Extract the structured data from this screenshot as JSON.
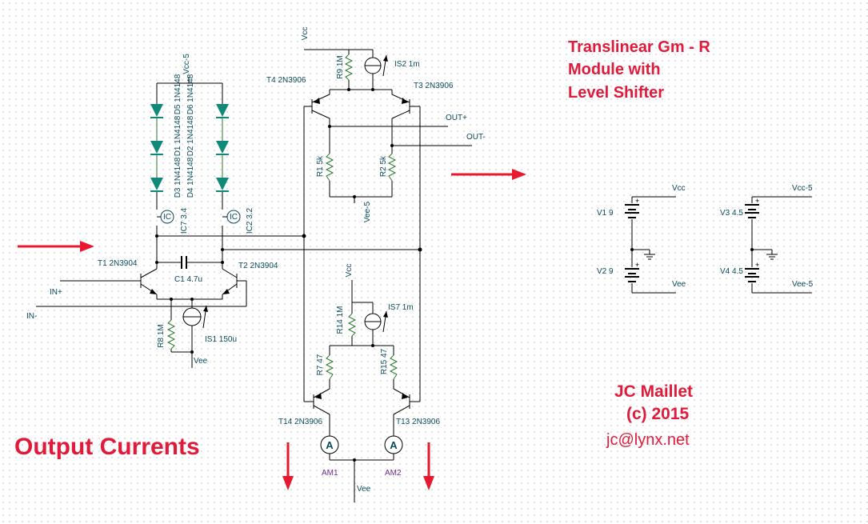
{
  "title_lines": [
    "Translinear Gm - R",
    "Module with",
    "Level Shifter"
  ],
  "output_label": "Output Currents",
  "author": {
    "name": "JC Maillet",
    "copyright": "(c) 2015",
    "email": "jc@lynx.net"
  },
  "components": {
    "t1": "T1 2N3904",
    "t2": "T2 2N3904",
    "t3": "T3 2N3906",
    "t4": "T4 2N3906",
    "t13": "T13 2N3906",
    "t14": "T14 2N3906",
    "c1": "C1 4.7u",
    "r1": "R1 5k",
    "r2": "R2 5k",
    "r7": "R7 47",
    "r8": "R8 1M",
    "r9": "R9 1M",
    "r14": "R14 1M",
    "r15": "R15 47",
    "is1": "IS1 150u",
    "is2": "IS2 1m",
    "is7": "IS7 1m",
    "d1": "D1 1N4148",
    "d2": "D2 1N4148",
    "d3": "D3 1N4148",
    "d4": "D4 1N4148",
    "d5": "D5 1N4148",
    "d6": "D6 1N4148",
    "ic7": "IC7 3.4",
    "ic2": "IC2 3.2",
    "v1": "V1 9",
    "v2": "V2 9",
    "v3": "V3 4.5",
    "v4": "V4 4.5",
    "am1": "AM1",
    "am2": "AM2"
  },
  "nets": {
    "vcc": "Vcc",
    "vee": "Vee",
    "vcc5": "Vcc-5",
    "vee5": "Vee-5",
    "in_plus": "IN+",
    "in_minus": "IN-",
    "out_plus": "OUT+",
    "out_minus": "OUT-"
  },
  "symbols": {
    "ammeter": "A",
    "current_probe": "IC",
    "plus": "+"
  },
  "colors": {
    "title": "#e01a3a",
    "diode": "#0f8a78",
    "labels": "#0a4a5a",
    "wire_green": "#2a7a2a",
    "meter_labels": "#6a2a8a"
  }
}
